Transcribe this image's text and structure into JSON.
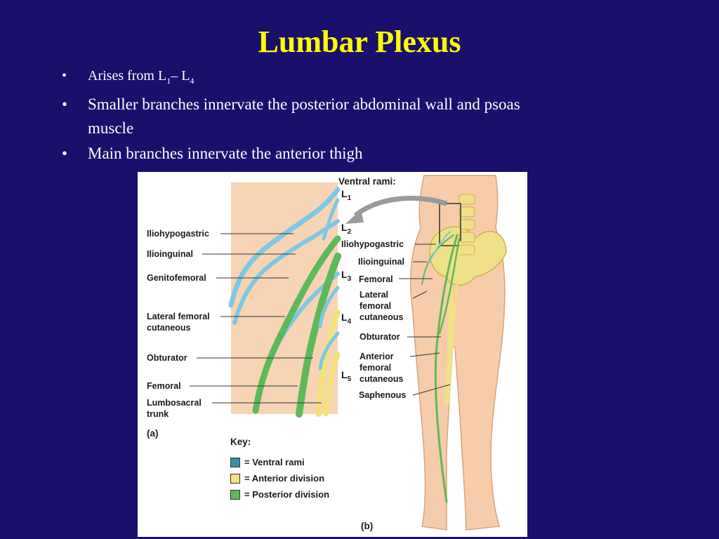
{
  "title": "Lumbar Plexus",
  "bullets": [
    {
      "prefix": "Arises from L",
      "sub1": "1",
      "mid": "– L",
      "sub2": "4"
    },
    {
      "line1": "Smaller branches innervate the posterior abdominal wall and psoas",
      "line2": "muscle"
    },
    {
      "text": "Main branches innervate the anterior thigh"
    }
  ],
  "figure": {
    "ventral_rami_label": "Ventral rami:",
    "levels": [
      {
        "letter": "L",
        "num": "1"
      },
      {
        "letter": "L",
        "num": "2"
      },
      {
        "letter": "L",
        "num": "3"
      },
      {
        "letter": "L",
        "num": "4"
      },
      {
        "letter": "L",
        "num": "5"
      }
    ],
    "panel_a_labels": {
      "iliohypogastric": "Iliohypogastric",
      "ilioinguinal": "Ilioinguinal",
      "genitofemoral": "Genitofemoral",
      "lateral_femoral_1": "Lateral femoral",
      "lateral_femoral_2": "cutaneous",
      "obturator": "Obturator",
      "femoral": "Femoral",
      "lumbosacral_1": "Lumbosacral",
      "lumbosacral_2": "trunk",
      "panel": "(a)"
    },
    "panel_b_labels": {
      "iliohypogastric": "Iliohypogastric",
      "ilioinguinal": "Ilioinguinal",
      "femoral": "Femoral",
      "lateral_1": "Lateral",
      "lateral_2": "femoral",
      "lateral_3": "cutaneous",
      "obturator": "Obturator",
      "anterior_1": "Anterior",
      "anterior_2": "femoral",
      "anterior_3": "cutaneous",
      "saphenous": "Saphenous",
      "panel": "(b)"
    },
    "key": {
      "title": "Key:",
      "items": [
        {
          "label": "= Ventral rami",
          "color": "#3a8fa6"
        },
        {
          "label": "= Anterior division",
          "color": "#f3e27a"
        },
        {
          "label": "= Posterior division",
          "color": "#5fb85a"
        }
      ]
    },
    "colors": {
      "skin": "#f6ccaa",
      "ventral": "#7ec8e3",
      "anterior": "#f3e27a",
      "posterior": "#5fb85a",
      "bone": "#efe08a"
    }
  }
}
